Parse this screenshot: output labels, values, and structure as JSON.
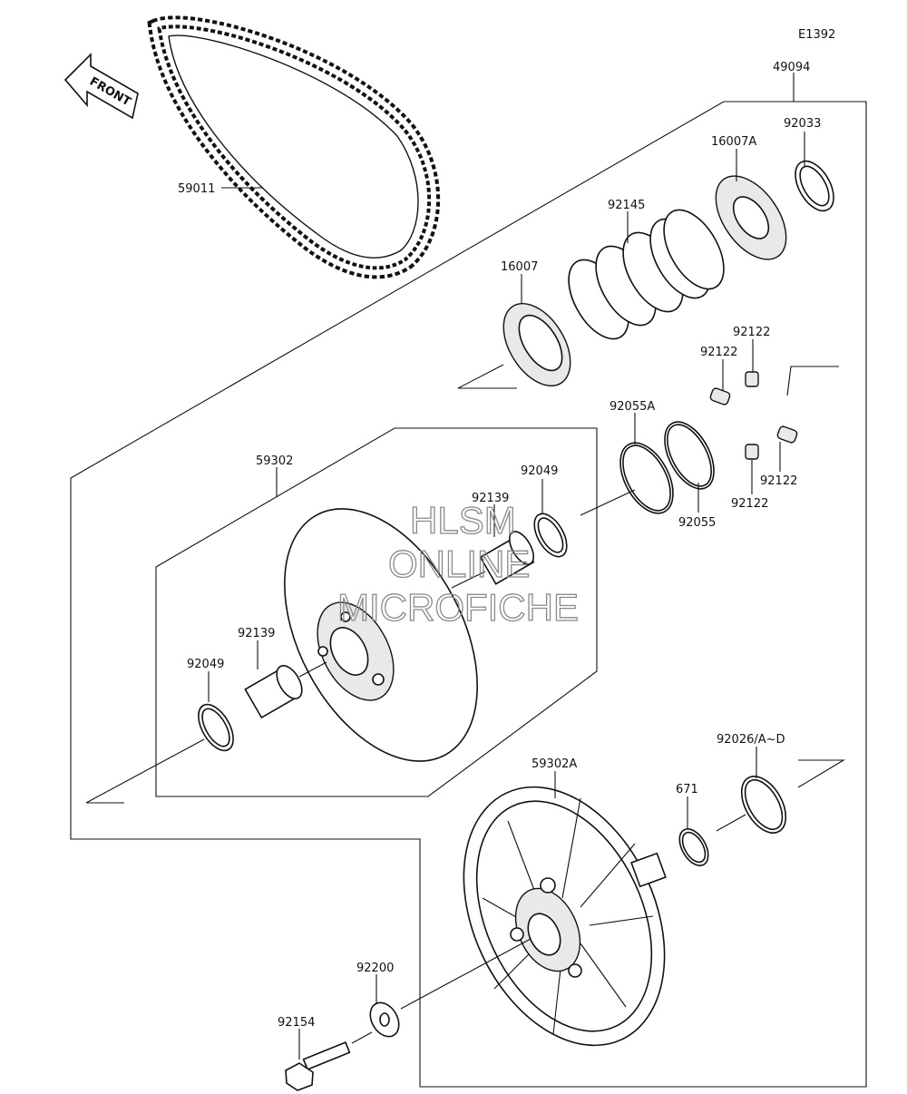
{
  "diagram_code": "E1392",
  "front_label": "FRONT",
  "watermark": [
    "HLSM",
    "ONLINE",
    "MICROFICHE"
  ],
  "parts": {
    "belt": "59011",
    "assembly": "49094",
    "ring_top": "92033",
    "cam": "16007A",
    "spring": "92145",
    "cam_lower": "16007",
    "slider_1": "92122",
    "slider_2": "92122",
    "slider_3": "92122",
    "slider_4": "92122",
    "oring_a": "92055A",
    "oring_b": "92055",
    "seal_inner": "92049",
    "bushing_inner": "92139",
    "sheave_movable": "59302",
    "bushing_outer": "92139",
    "seal_outer": "92049",
    "sheave_fixed": "59302A",
    "shim": "92026/A~D",
    "snap_ring": "671",
    "washer": "92200",
    "bolt": "92154"
  }
}
